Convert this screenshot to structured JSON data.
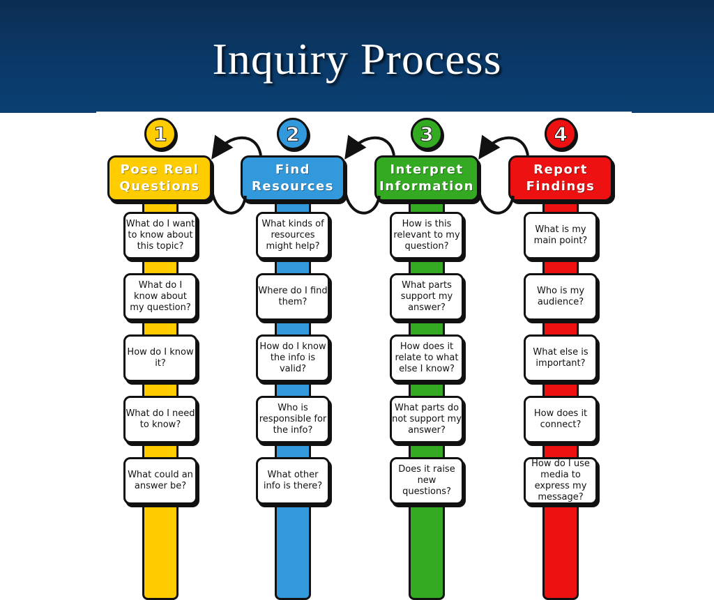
{
  "title": "Inquiry Process",
  "colors": {
    "header_bg": "#0b3a6a",
    "step1": "#ffcc00",
    "step2": "#3399dd",
    "step3": "#33aa22",
    "step4": "#ee1111"
  },
  "steps": [
    {
      "number": "1",
      "heading_line1": "Pose Real",
      "heading_line2": "Questions",
      "color": "#ffcc00",
      "questions": [
        "What do I want to know about this topic?",
        "What do I know about my question?",
        "How do I know it?",
        "What do I need to know?",
        "What could an answer be?"
      ]
    },
    {
      "number": "2",
      "heading_line1": "Find",
      "heading_line2": "Resources",
      "color": "#3399dd",
      "questions": [
        "What kinds of resources might help?",
        "Where do I find them?",
        "How do I know the info is valid?",
        "Who is responsible for the info?",
        "What other info is there?"
      ]
    },
    {
      "number": "3",
      "heading_line1": "Interpret",
      "heading_line2": "Information",
      "color": "#33aa22",
      "questions": [
        "How is this relevant to my question?",
        "What parts support my answer?",
        "How does it relate to what else I know?",
        "What parts do not support my answer?",
        "Does it raise new questions?"
      ]
    },
    {
      "number": "4",
      "heading_line1": "Report",
      "heading_line2": "Findings",
      "color": "#ee1111",
      "questions": [
        "What is my main point?",
        "Who is my audience?",
        "What else is important?",
        "How does it connect?",
        "How do I use media to express my message?"
      ]
    }
  ]
}
